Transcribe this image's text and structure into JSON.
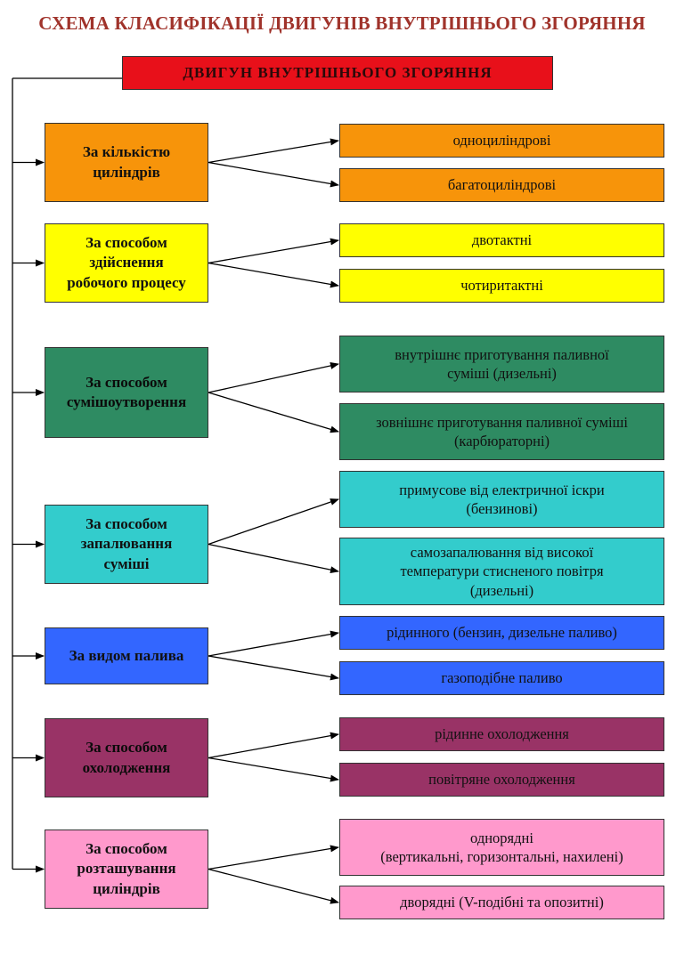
{
  "title": "СХЕМА КЛАСИФІКАЦІЇ ДВИГУНІВ ВНУТРІШНЬОГО ЗГОРЯННЯ",
  "root": "ДВИГУН  ВНУТРІШНЬОГО  ЗГОРЯННЯ",
  "categories": [
    {
      "label": "За кількістю\nциліндрів",
      "color": "#f7940a",
      "items": [
        "одноциліндрові",
        "багатоциліндрові"
      ]
    },
    {
      "label": "За способом\nздійснення\nробочого процесу",
      "color": "#ffff00",
      "items": [
        "двотактні",
        "чотиритактні"
      ]
    },
    {
      "label": "За способом\nсумішоутворення",
      "color": "#2e8b62",
      "items": [
        "внутрішнє приготування паливної\nсуміші (дизельні)",
        "зовнішнє приготування паливної суміші\n(карбюраторні)"
      ]
    },
    {
      "label": "За способом\nзапалювання\nсуміші",
      "color": "#33cccc",
      "items": [
        "примусове від електричної іскри\n(бензинові)",
        "самозапалювання від високої\nтемператури стисненого повітря\n(дизельні)"
      ]
    },
    {
      "label": "За видом палива",
      "color": "#3366ff",
      "items": [
        "рідинного (бензин, дизельне паливо)",
        "газоподібне паливо"
      ]
    },
    {
      "label": "За способом\nохолодження",
      "color": "#993366",
      "items": [
        "рідинне охолодження",
        "повітряне охолодження"
      ]
    },
    {
      "label": "За способом\nрозташування\nциліндрів",
      "color": "#ff99cc",
      "items": [
        "однорядні\n(вертикальні, горизонтальні, нахилені)",
        "дворядні (V-подібні та опозитні)"
      ]
    }
  ]
}
